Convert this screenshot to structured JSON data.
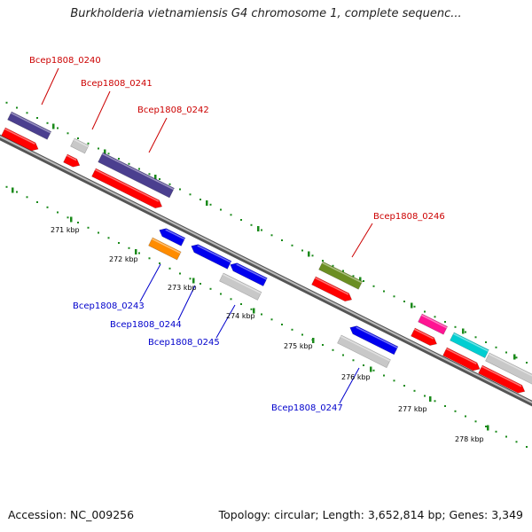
{
  "title": "Burkholderia vietnamiensis G4 chromosome 1, complete sequenc...",
  "footer": {
    "accession": "Accession: NC_009256",
    "summary": "Topology: circular; Length: 3,652,814 bp; Genes: 3,349"
  },
  "colors": {
    "forward_label": "#cc0000",
    "reverse_label": "#0000cc",
    "backbone": "#777777",
    "tick_dots": "#1a8a1a",
    "gene_red": "#ff0000",
    "gene_purple": "#4b3f8f",
    "gene_gray": "#c8c8c8",
    "gene_blue": "#0000ee",
    "gene_orange": "#ff8c00",
    "gene_olive": "#6b8e23",
    "gene_pink": "#ff1493",
    "gene_cyan": "#00ced1"
  },
  "kbp_ticks": [
    "271 kbp",
    "272 kbp",
    "273 kbp",
    "274 kbp",
    "275 kbp",
    "276 kbp",
    "277 kbp",
    "278 kbp"
  ],
  "gene_labels": [
    {
      "text": "Bcep1808_0240",
      "strand": "forward"
    },
    {
      "text": "Bcep1808_0241",
      "strand": "forward"
    },
    {
      "text": "Bcep1808_0242",
      "strand": "forward"
    },
    {
      "text": "Bcep1808_0246",
      "strand": "forward"
    },
    {
      "text": "Bcep1808_0243",
      "strand": "reverse"
    },
    {
      "text": "Bcep1808_0244",
      "strand": "reverse"
    },
    {
      "text": "Bcep1808_0245",
      "strand": "reverse"
    },
    {
      "text": "Bcep1808_0247",
      "strand": "reverse"
    }
  ]
}
